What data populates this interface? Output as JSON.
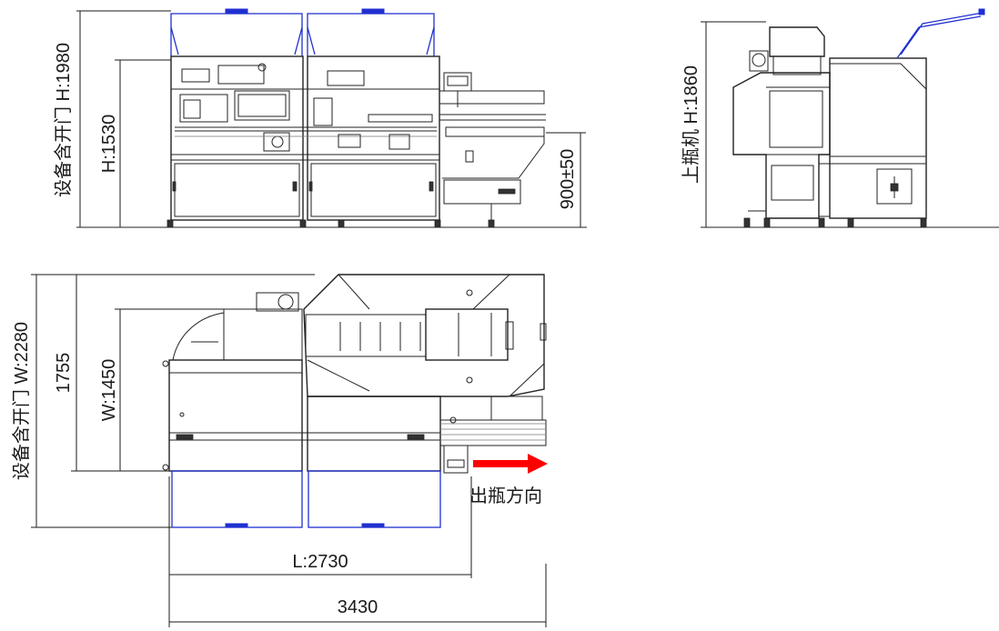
{
  "dimensions": {
    "front_door_height": "设备含开门 H:1980",
    "front_height": "H:1530",
    "conveyor_height": "900±50",
    "side_height": "上瓶机 H:1860",
    "top_door_width": "设备含开门 W:2280",
    "top_total_width": "1755",
    "top_width": "W:1450",
    "length_body": "L:2730",
    "length_total": "3430"
  },
  "labels": {
    "outfeed_direction": "出瓶方向"
  },
  "colors": {
    "line": "#222222",
    "door_outline": "#1f2fd0",
    "arrow": "#ff0000"
  }
}
